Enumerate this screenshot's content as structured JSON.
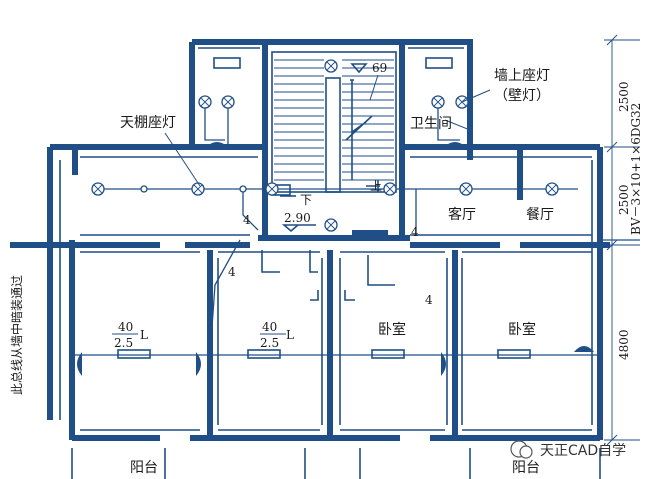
{
  "labels": {
    "ceiling_lamp": "天棚座灯",
    "wall_lamp_line1": "墙上座灯",
    "wall_lamp_line2": "（壁灯）",
    "bathroom": "卫生间",
    "living_room": "客厅",
    "dining_room": "餐厅",
    "bedroom_left": "卧室",
    "bedroom_right": "卧室",
    "balcony_left": "阳台",
    "balcony_right": "阳台",
    "side_note": "此总线从墙中暗装通过",
    "cable_spec": "BV－3×10+1×6DG32"
  },
  "dimensions": {
    "d1": "2500",
    "d2": "2500",
    "d3": "4800"
  },
  "marks": {
    "stair_level": "69",
    "landing_level": "2.90",
    "down": "下",
    "up": "上",
    "wire4_a": "4",
    "wire4_b": "4",
    "wire4_c": "4",
    "wire4_d": "4",
    "lamp1_power": "40",
    "lamp1_qty": "2.5",
    "lamp1_type": "L",
    "lamp2_power": "40",
    "lamp2_qty": "2.5",
    "lamp2_type": "L"
  },
  "watermark": "天正CAD自学"
}
